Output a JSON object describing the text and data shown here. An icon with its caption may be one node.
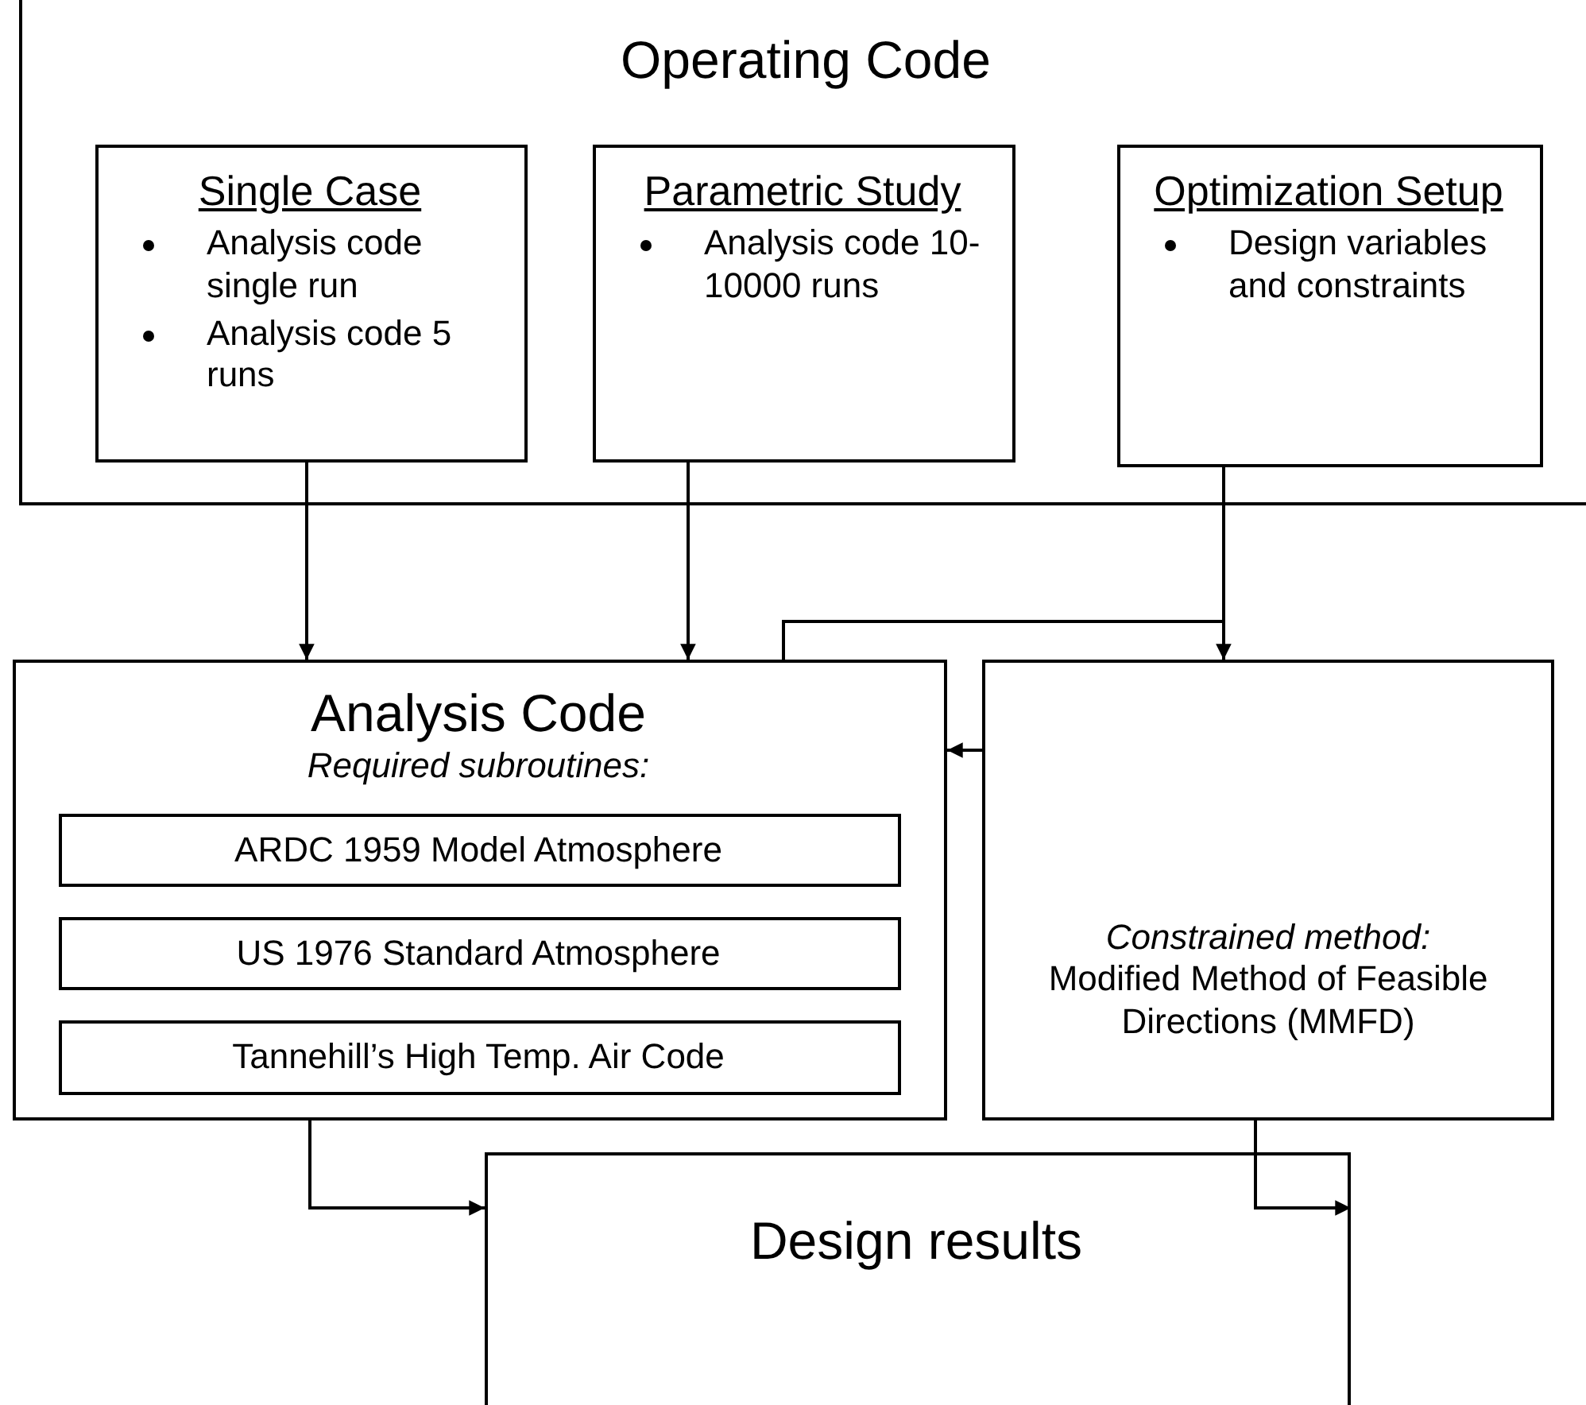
{
  "diagram": {
    "nodes": [
      {
        "text": [
          "Operating Code"
        ]
      },
      {
        "text": [
          "Single Case",
          "Analysis code single run",
          "Analysis code 5 runs"
        ],
        "in": 0
      },
      {
        "text": [
          "Parametric Study",
          "Analysis code 10-10000 runs"
        ],
        "in": 0
      },
      {
        "text": [
          "Optimization Setup",
          "Design variables and constraints"
        ],
        "in": 0
      },
      {
        "text": [
          "Analysis Code",
          "Required subroutines:"
        ]
      },
      {
        "text": [
          "ARDC 1959 Model Atmosphere"
        ],
        "in": 4
      },
      {
        "text": [
          "US 1976 Standard Atmosphere"
        ],
        "in": 4
      },
      {
        "text": [
          "Tannehill’s High Temp. Air Code"
        ],
        "in": 4
      },
      {
        "text": [
          "Constrained method:",
          "Modified Method of Feasible Directions (MMFD)"
        ]
      },
      {
        "text": [
          "Design results"
        ]
      }
    ],
    "edges": [
      {
        "from": 1,
        "to": 4,
        "arrow": "to"
      },
      {
        "from": 2,
        "to": 4,
        "arrow": "to"
      },
      {
        "from": 3,
        "to": 8,
        "arrow": "to"
      },
      {
        "from": 3,
        "to": 4,
        "arrow": "none"
      },
      {
        "from": 8,
        "to": 4,
        "arrow": "to"
      },
      {
        "from": 4,
        "to": 9,
        "arrow": "to"
      },
      {
        "from": 8,
        "to": 9,
        "arrow": "to"
      }
    ]
  }
}
